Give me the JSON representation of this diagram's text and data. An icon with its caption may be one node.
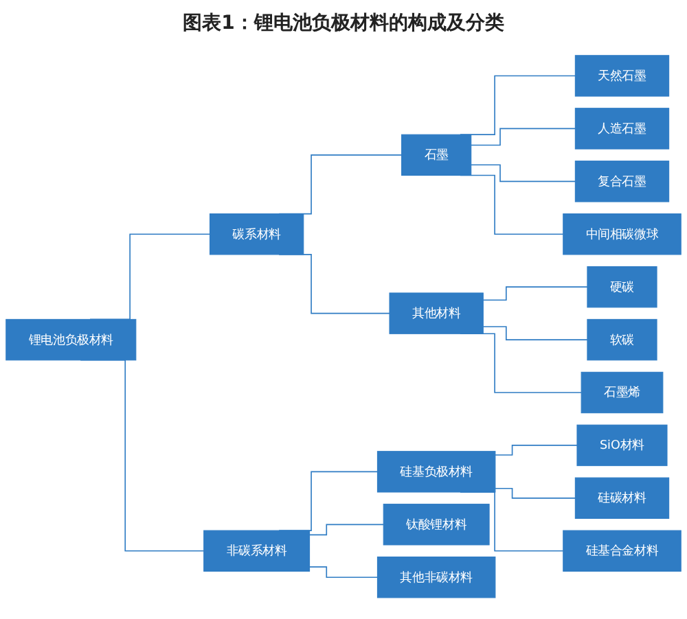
{
  "diagram": {
    "title": "图表1：锂电池负极材料的构成及分类",
    "nodes": [
      {
        "text": [
          "锂电池负极材料"
        ]
      },
      {
        "text": [
          "碳系材料"
        ]
      },
      {
        "text": [
          "非碳系材料"
        ]
      },
      {
        "text": [
          "石墨"
        ]
      },
      {
        "text": [
          "其他材料"
        ]
      },
      {
        "text": [
          "天然石墨"
        ]
      },
      {
        "text": [
          "人造石墨"
        ]
      },
      {
        "text": [
          "复合石墨"
        ]
      },
      {
        "text": [
          "中间相碳微球"
        ]
      },
      {
        "text": [
          "硬碳"
        ]
      },
      {
        "text": [
          "软碳"
        ]
      },
      {
        "text": [
          "石墨烯"
        ]
      },
      {
        "text": [
          "硅基负极材料"
        ]
      },
      {
        "text": [
          "钛酸锂材料"
        ]
      },
      {
        "text": [
          "其他非碳材料"
        ]
      },
      {
        "text": [
          "SiO材料"
        ]
      },
      {
        "text": [
          "硅碳材料"
        ]
      },
      {
        "text": [
          "硅基合金材料"
        ]
      }
    ],
    "edges": [
      {
        "from": 0,
        "to": 1,
        "arrow": "none"
      },
      {
        "from": 0,
        "to": 2,
        "arrow": "none"
      },
      {
        "from": 1,
        "to": 3,
        "arrow": "none"
      },
      {
        "from": 1,
        "to": 4,
        "arrow": "none"
      },
      {
        "from": 3,
        "to": 5,
        "arrow": "none"
      },
      {
        "from": 3,
        "to": 6,
        "arrow": "none"
      },
      {
        "from": 3,
        "to": 7,
        "arrow": "none"
      },
      {
        "from": 3,
        "to": 8,
        "arrow": "none"
      },
      {
        "from": 4,
        "to": 9,
        "arrow": "none"
      },
      {
        "from": 4,
        "to": 10,
        "arrow": "none"
      },
      {
        "from": 4,
        "to": 11,
        "arrow": "none"
      },
      {
        "from": 2,
        "to": 12,
        "arrow": "none"
      },
      {
        "from": 2,
        "to": 13,
        "arrow": "none"
      },
      {
        "from": 2,
        "to": 14,
        "arrow": "none"
      },
      {
        "from": 12,
        "to": 15,
        "arrow": "none"
      },
      {
        "from": 12,
        "to": 16,
        "arrow": "none"
      },
      {
        "from": 12,
        "to": 17,
        "arrow": "none"
      }
    ]
  }
}
